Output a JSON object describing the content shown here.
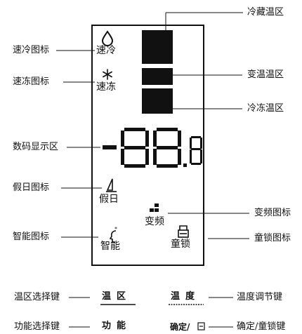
{
  "callouts": {
    "fridge_zone": "冷藏温区",
    "variable_zone": "变温温区",
    "freezer_zone": "冷冻温区",
    "quick_cool": "速冷图标",
    "quick_freeze": "速冻图标",
    "digit_display": "数码显示区",
    "holiday": "假日图标",
    "inverter": "变频图标",
    "smart": "智能图标",
    "child_lock": "童锁图标",
    "zone_select_key": "温区选择键",
    "temp_adjust_key": "温度调节键",
    "function_select_key": "功能选择键",
    "confirm_lock_key": "确定/童锁键"
  },
  "panel": {
    "quick_cool_text": "速冷",
    "quick_freeze_text": "速冻",
    "holiday_text": "假日",
    "inverter_text": "变频",
    "smart_text": "智能",
    "lock_text": "童锁",
    "display_value": "-88.8"
  },
  "keys": {
    "zone": "温区",
    "temp": "温度",
    "function": "功能",
    "confirm": "确定/"
  },
  "icons": {
    "quick_cool": "droplet-icon",
    "quick_freeze": "snowflake-icon",
    "holiday": "sailboat-icon",
    "inverter": "blocks-icon",
    "smart": "head-icon",
    "child_lock": "lock-icon",
    "confirm_lock": "lock-icon"
  }
}
